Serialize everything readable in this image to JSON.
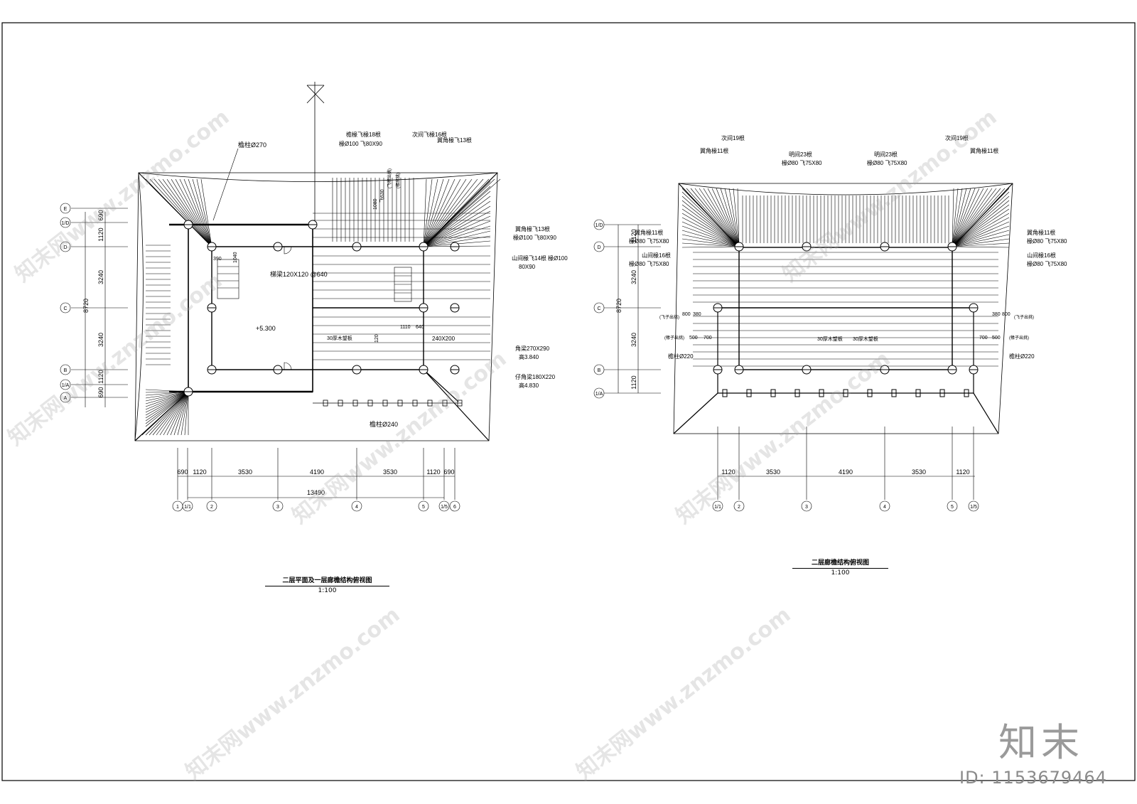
{
  "watermark": {
    "text": "知末网www.znzmo.com",
    "color": "#a0a0a0"
  },
  "brand": {
    "logo_text": "知末",
    "id_label": "ID: 1153679464"
  },
  "left_plan": {
    "title": "二层平面及一层廊檐结构俯视图",
    "scale": "1:100",
    "grid_rows": [
      "E",
      "1/D",
      "D",
      "C",
      "B",
      "1/A",
      "A"
    ],
    "grid_cols": [
      "1",
      "1/1",
      "2",
      "3",
      "4",
      "5",
      "1/5",
      "6"
    ],
    "dims_x": [
      "690",
      "1120",
      "3530",
      "4190",
      "3530",
      "1120",
      "690"
    ],
    "total_x": "13490",
    "dims_y": [
      "690",
      "1120",
      "3240",
      "3240",
      "1120",
      "690"
    ],
    "total_y": "8720",
    "labels": {
      "col_top_left": "檐柱Ø270",
      "beam": "梯梁120X120 @640",
      "elev": "+5.300",
      "rafter_note": "30厚木望板",
      "cut_1": "390",
      "cut_2": "1040",
      "stair_1": "1110",
      "stair_2": "640",
      "beam_small": "240X200",
      "dim_120": "120",
      "col_bottom": "檐柱Ø240",
      "r1a": "檐椽飞椽18根",
      "r1b": "椽Ø100 飞80X90",
      "r2": "次间飞椽16根",
      "r3": "翼角椽飞13根",
      "r4a": "翼角椽飞13根",
      "r4b": "椽Ø100 飞80X90",
      "r5a": "山间椽飞14根 椽Ø100",
      "r5b": "80X90",
      "r6a": "角梁270X290",
      "r6b": "高3.840",
      "r7a": "仔角梁180X220",
      "r7b": "高4.830",
      "v1": "1080",
      "v2": "飞630",
      "v3": "(飞椽出挑)",
      "v4": "(椽出挑)"
    }
  },
  "right_plan": {
    "title": "二层廊檐结构俯视图",
    "scale": "1:100",
    "grid_rows": [
      "1/D",
      "D",
      "C",
      "B",
      "1/A"
    ],
    "grid_cols": [
      "1/1",
      "2",
      "3",
      "4",
      "5",
      "1/5"
    ],
    "dims_x": [
      "1120",
      "3530",
      "4190",
      "3530",
      "1120"
    ],
    "dims_y": [
      "1120",
      "3240",
      "3240",
      "1120"
    ],
    "total_y": "8720",
    "labels": {
      "t1": "翼角椽11根",
      "t2": "次间19根",
      "t3a": "明间23根",
      "t3b": "椽Ø80 飞75X80",
      "t4a": "明间23根",
      "t4b": "椽Ø80 飞75X80",
      "t5": "次间19根",
      "t6": "翼角椽11根",
      "l1a": "翼角椽11根",
      "l1b": "椽Ø80 飞75X80",
      "l2a": "山间椽16根",
      "l2b": "椽Ø80 飞75X80",
      "r1a": "翼角椽11根",
      "r1b": "椽Ø80 飞75X80",
      "r2a": "山间椽16根",
      "r2b": "椽Ø80 飞75X80",
      "fly_l": "(飞子出挑)",
      "fly_r": "(飞子出挑)",
      "eave_l": "(椽子出挑)",
      "eave_r": "(椽子出挑)",
      "d800": "800",
      "d380": "380",
      "d500": "500",
      "d700": "700",
      "col_l": "檐柱Ø220",
      "col_r": "檐柱Ø220",
      "board": "30厚木望板"
    }
  }
}
